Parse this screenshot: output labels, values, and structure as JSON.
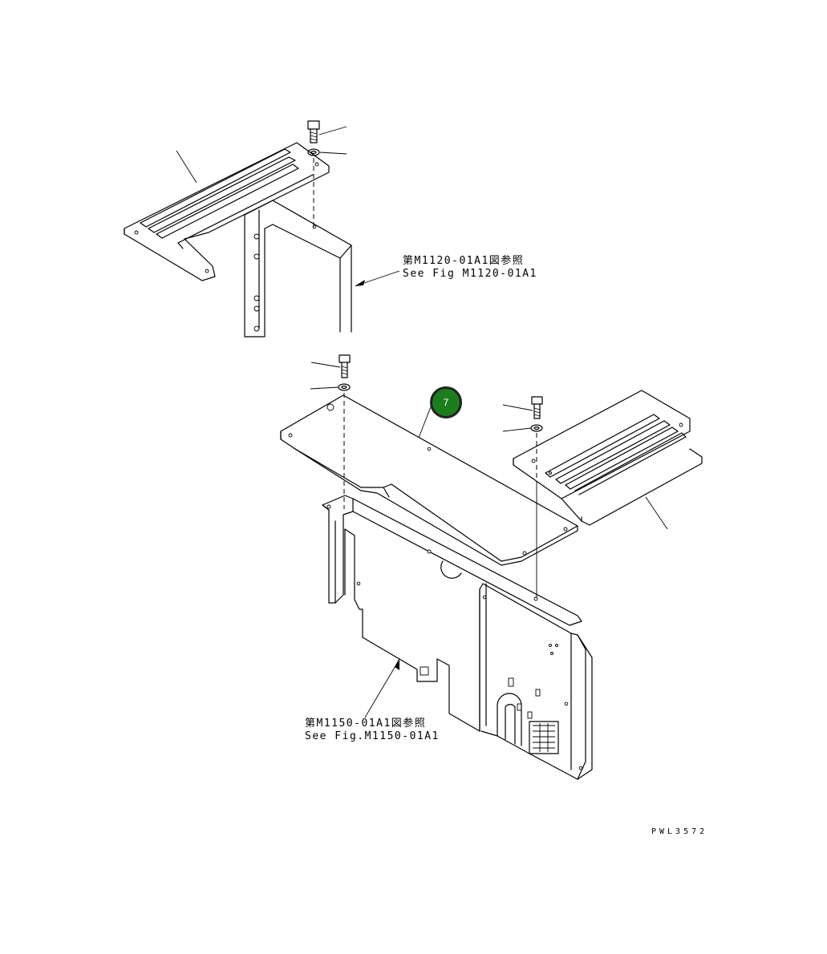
{
  "references": {
    "upper_jp": "第M1120-01A1図参照",
    "upper_en": "See Fig M1120-01A1",
    "lower_jp": "第M1150-01A1図参照",
    "lower_en": "See Fig.M1150-01A1"
  },
  "callout": {
    "label": "7",
    "color": "#1c7d1c"
  },
  "drawing_code": "PWL3572"
}
